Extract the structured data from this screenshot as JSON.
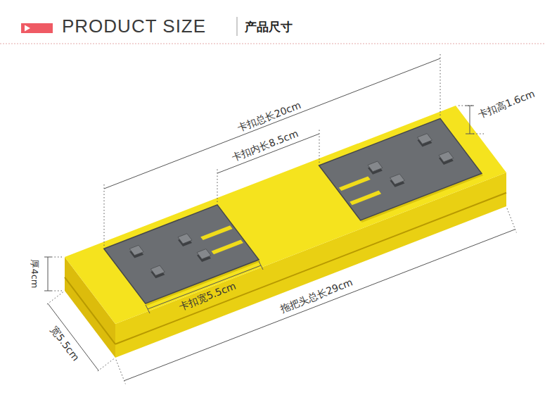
{
  "diagram": {
    "title": "PRODUCT SIZE",
    "labels": [
      "产品尺寸",
      "卡扣总长20cm",
      "卡扣内长8.5cm",
      "卡扣高1.6cm",
      "卡扣宽5.5cm",
      "厚4cm",
      "宽5.5cm",
      "拖把头总长29cm"
    ]
  }
}
